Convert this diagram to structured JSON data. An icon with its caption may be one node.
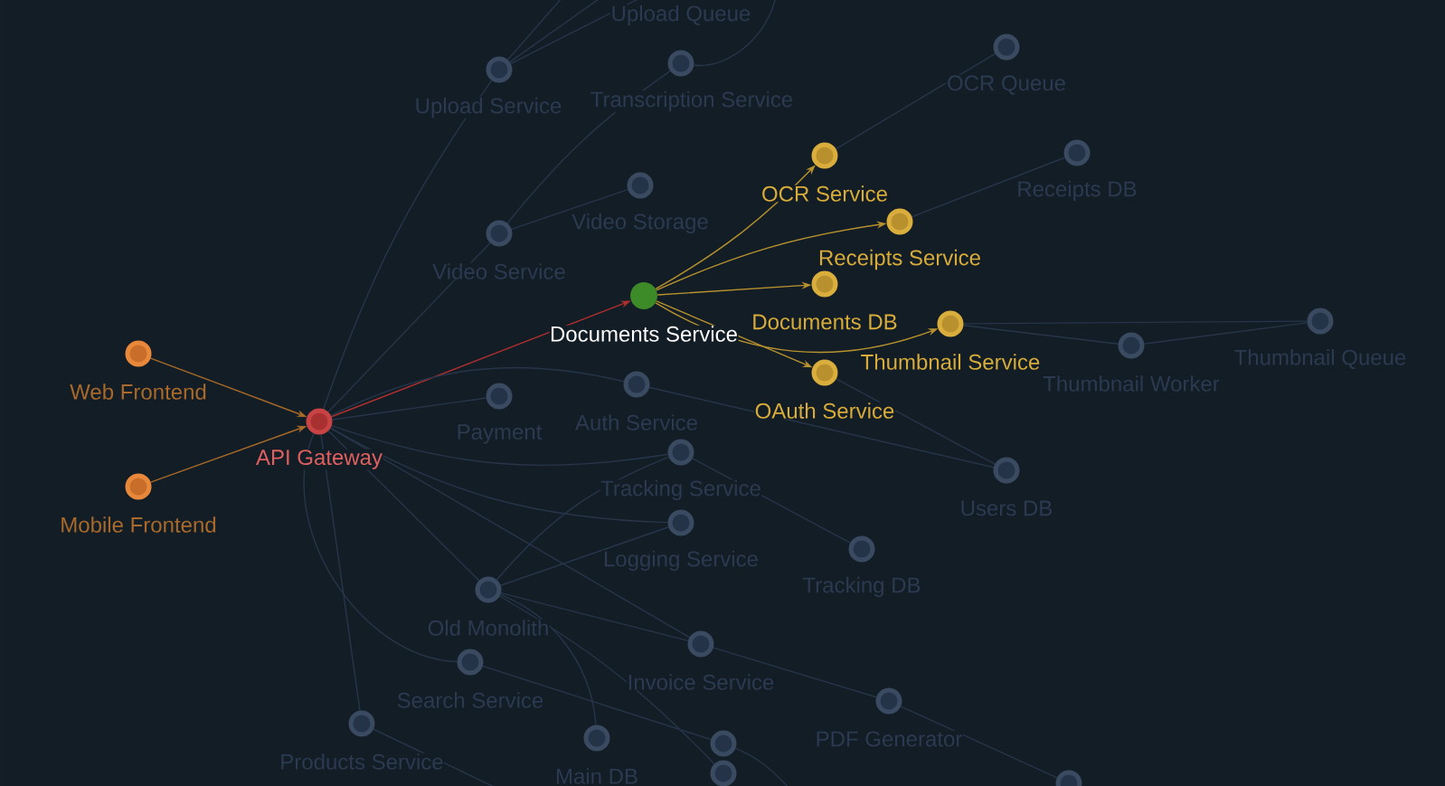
{
  "diagram": {
    "nodes": [
      {
        "text": [
          "Upload Queue"
        ]
      },
      {
        "text": [
          "OCR Queue"
        ]
      },
      {
        "text": [
          "Upload Service"
        ]
      },
      {
        "text": [
          "Transcription Service"
        ]
      },
      {
        "text": [
          "OCR Service"
        ]
      },
      {
        "text": [
          "Video Storage"
        ]
      },
      {
        "text": [
          "Receipts DB"
        ]
      },
      {
        "text": [
          "Receipts Service"
        ]
      },
      {
        "text": [
          "Video Service"
        ]
      },
      {
        "text": [
          "Documents DB"
        ]
      },
      {
        "text": [
          "Documents Service"
        ]
      },
      {
        "text": [
          "Thumbnail Service"
        ]
      },
      {
        "text": [
          "Thumbnail Queue"
        ]
      },
      {
        "text": [
          "Thumbnail Worker"
        ]
      },
      {
        "text": [
          "Web Frontend"
        ]
      },
      {
        "text": [
          "OAuth Service"
        ]
      },
      {
        "text": [
          "Payment"
        ]
      },
      {
        "text": [
          "Auth Service"
        ]
      },
      {
        "text": [
          "API Gateway"
        ]
      },
      {
        "text": [
          "Users DB"
        ]
      },
      {
        "text": [
          "Tracking Service"
        ]
      },
      {
        "text": [
          "Mobile Frontend"
        ]
      },
      {
        "text": [
          "Logging Service"
        ]
      },
      {
        "text": [
          "Tracking DB"
        ]
      },
      {
        "text": [
          "Old Monolith"
        ]
      },
      {
        "text": [
          "Invoice Service"
        ]
      },
      {
        "text": [
          "Search Service"
        ]
      },
      {
        "text": [
          "Main DB"
        ]
      },
      {
        "text": [
          "Products Service"
        ]
      },
      {
        "text": [
          "PDF Generator"
        ]
      },
      {
        "text": [],
        "shape": "circle"
      },
      {
        "text": [],
        "shape": "circle"
      },
      {
        "text": [],
        "shape": "circle"
      }
    ],
    "edges": [
      {
        "from": 14,
        "to": 18,
        "arrow": "to",
        "color": "#a86a28"
      },
      {
        "from": 21,
        "to": 18,
        "arrow": "to",
        "color": "#a86a28"
      },
      {
        "from": 18,
        "to": 10,
        "arrow": "to",
        "color": "#b03030"
      },
      {
        "from": 10,
        "to": 4,
        "arrow": "to",
        "color": "#b8922e"
      },
      {
        "from": 10,
        "to": 7,
        "arrow": "to",
        "color": "#b8922e"
      },
      {
        "from": 10,
        "to": 9,
        "arrow": "to",
        "color": "#b8922e"
      },
      {
        "from": 10,
        "to": 11,
        "arrow": "to",
        "color": "#b8922e"
      },
      {
        "from": 10,
        "to": 15,
        "arrow": "to",
        "color": "#b8922e"
      },
      {
        "from": 18,
        "to": 2,
        "arrow": "none"
      },
      {
        "from": 18,
        "to": 8,
        "arrow": "none"
      },
      {
        "from": 18,
        "to": 16,
        "arrow": "none"
      },
      {
        "from": 18,
        "to": 17,
        "arrow": "none"
      },
      {
        "from": 18,
        "to": 20,
        "arrow": "none"
      },
      {
        "from": 18,
        "to": 22,
        "arrow": "none"
      },
      {
        "from": 18,
        "to": 25,
        "arrow": "none"
      },
      {
        "from": 18,
        "to": 24,
        "arrow": "none"
      },
      {
        "from": 18,
        "to": 26,
        "arrow": "none"
      },
      {
        "from": 18,
        "to": 28,
        "arrow": "none"
      },
      {
        "from": 2,
        "to": 0,
        "arrow": "none"
      },
      {
        "from": 2,
        "to": null,
        "arrow": "none"
      },
      {
        "from": 2,
        "to": null,
        "arrow": "none"
      },
      {
        "from": 3,
        "to": null,
        "arrow": "none"
      },
      {
        "from": 8,
        "to": 3,
        "arrow": "none"
      },
      {
        "from": 8,
        "to": 5,
        "arrow": "none"
      },
      {
        "from": 4,
        "to": 1,
        "arrow": "none"
      },
      {
        "from": 7,
        "to": 6,
        "arrow": "none"
      },
      {
        "from": 11,
        "to": 13,
        "arrow": "none"
      },
      {
        "from": 11,
        "to": 12,
        "arrow": "none"
      },
      {
        "from": 13,
        "to": 12,
        "arrow": "none"
      },
      {
        "from": 15,
        "to": 19,
        "arrow": "none"
      },
      {
        "from": 17,
        "to": 19,
        "arrow": "none"
      },
      {
        "from": 20,
        "to": 23,
        "arrow": "none"
      },
      {
        "from": 24,
        "to": 20,
        "arrow": "none"
      },
      {
        "from": 24,
        "to": 22,
        "arrow": "none"
      },
      {
        "from": 24,
        "to": 25,
        "arrow": "none"
      },
      {
        "from": 24,
        "to": 27,
        "arrow": "none"
      },
      {
        "from": 24,
        "to": 30,
        "arrow": "none"
      },
      {
        "from": 26,
        "to": 31,
        "arrow": "none"
      },
      {
        "from": 25,
        "to": 29,
        "arrow": "none"
      },
      {
        "from": 29,
        "to": 32,
        "arrow": "none"
      },
      {
        "from": 28,
        "to": null,
        "arrow": "none"
      },
      {
        "from": 31,
        "to": null,
        "arrow": "none"
      }
    ]
  }
}
